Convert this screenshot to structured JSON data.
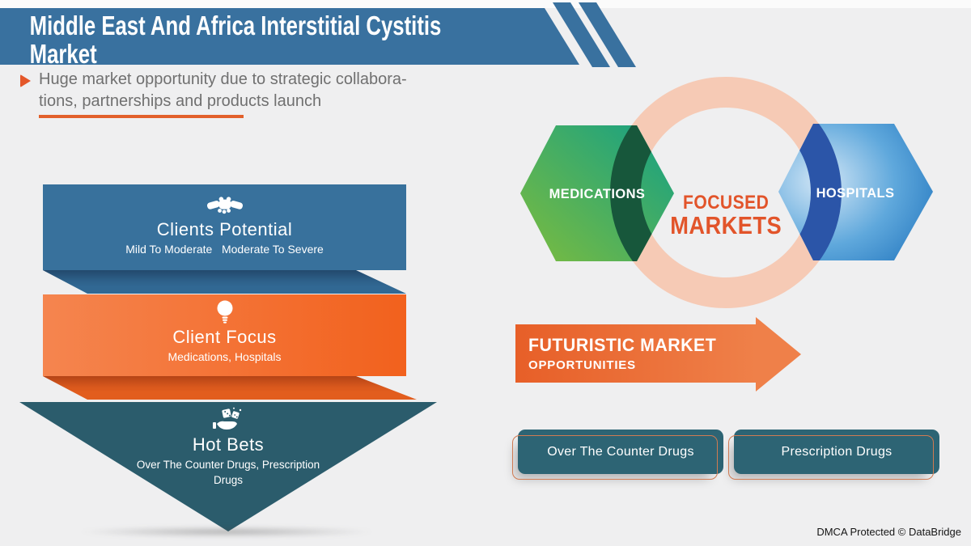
{
  "slide": {
    "background": "#efeff0",
    "dmca_text": "DMCA Protected © DataBridge"
  },
  "header": {
    "title_line1": "Middle East And Africa Interstitial Cystitis",
    "title_line2": "Market",
    "banner_color": "#39719f",
    "subtitle_line1": "Huge market opportunity due to strategic collabora-",
    "subtitle_line2": "tions, partnerships and products launch",
    "accent_color": "#e2602b"
  },
  "funnel": {
    "levels": [
      {
        "icon": "handshake-icon",
        "title": "Clients Potential",
        "subtitle": "Mild To Moderate   Moderate To Severe",
        "color": "#38719c"
      },
      {
        "icon": "lightbulb-icon",
        "title": "Client Focus",
        "subtitle": "Medications, Hospitals",
        "color": "#f2611d"
      },
      {
        "icon": "dice-hand-icon",
        "title": "Hot Bets",
        "subtitle": "Over The Counter Drugs, Prescription Drugs",
        "color": "#2b5c6c"
      }
    ]
  },
  "focused_markets": {
    "title_line1": "FOCUSED",
    "title_line2": "MARKETS",
    "title_color": "#e2542a",
    "ring_color": "#f6cab5",
    "hexagons": [
      {
        "label": "MEDICATIONS",
        "gradient": [
          "#7cbc3e",
          "#14a085"
        ],
        "overlap_color": "#17573b"
      },
      {
        "label": "HOSPITALS",
        "gradient": [
          "#cfe4f5",
          "#0b62b2"
        ],
        "overlap_color": "#2b55a8"
      }
    ]
  },
  "arrow": {
    "line1": "FUTURISTIC MARKET",
    "line2": "OPPORTUNITIES",
    "color": "#ef8049"
  },
  "buttons": [
    {
      "label": "Over The Counter Drugs"
    },
    {
      "label": "Prescription Drugs"
    }
  ]
}
